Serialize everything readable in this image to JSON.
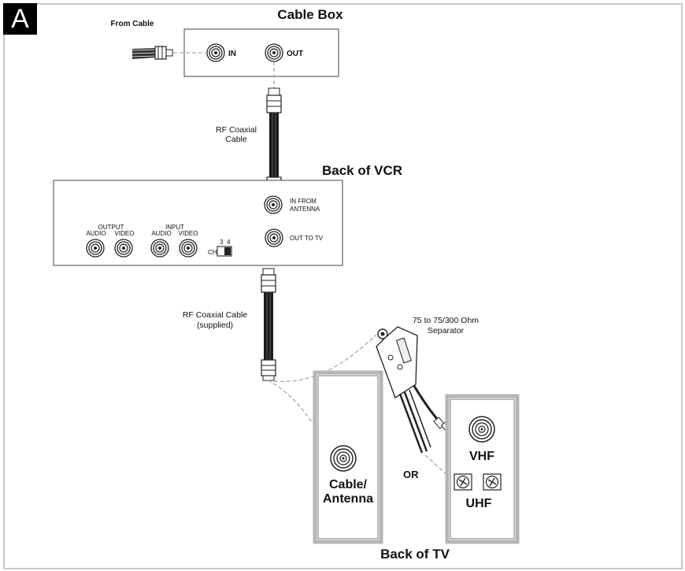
{
  "panel_letter": "A",
  "cable_box": {
    "title": "Cable Box",
    "from_cable": "From Cable",
    "in_label": "IN",
    "out_label": "OUT"
  },
  "cable_1": {
    "line1": "RF Coaxial",
    "line2": "Cable"
  },
  "vcr": {
    "title": "Back of VCR",
    "in_from_antenna_1": "IN FROM",
    "in_from_antenna_2": "ANTENNA",
    "out_to_tv": "OUT TO TV",
    "output": "OUTPUT",
    "input": "INPUT",
    "audio": "AUDIO",
    "video": "VIDEO",
    "ch": "CH",
    "ch_3": "3",
    "ch_4": "4"
  },
  "cable_2": {
    "line1": "RF Coaxial Cable",
    "line2": "(supplied)"
  },
  "separator": {
    "line1": "75 to 75/300 Ohm",
    "line2": "Separator"
  },
  "tv": {
    "title": "Back of TV",
    "cable_antenna_1": "Cable/",
    "cable_antenna_2": "Antenna",
    "or": "OR",
    "vhf": "VHF",
    "uhf": "UHF"
  }
}
